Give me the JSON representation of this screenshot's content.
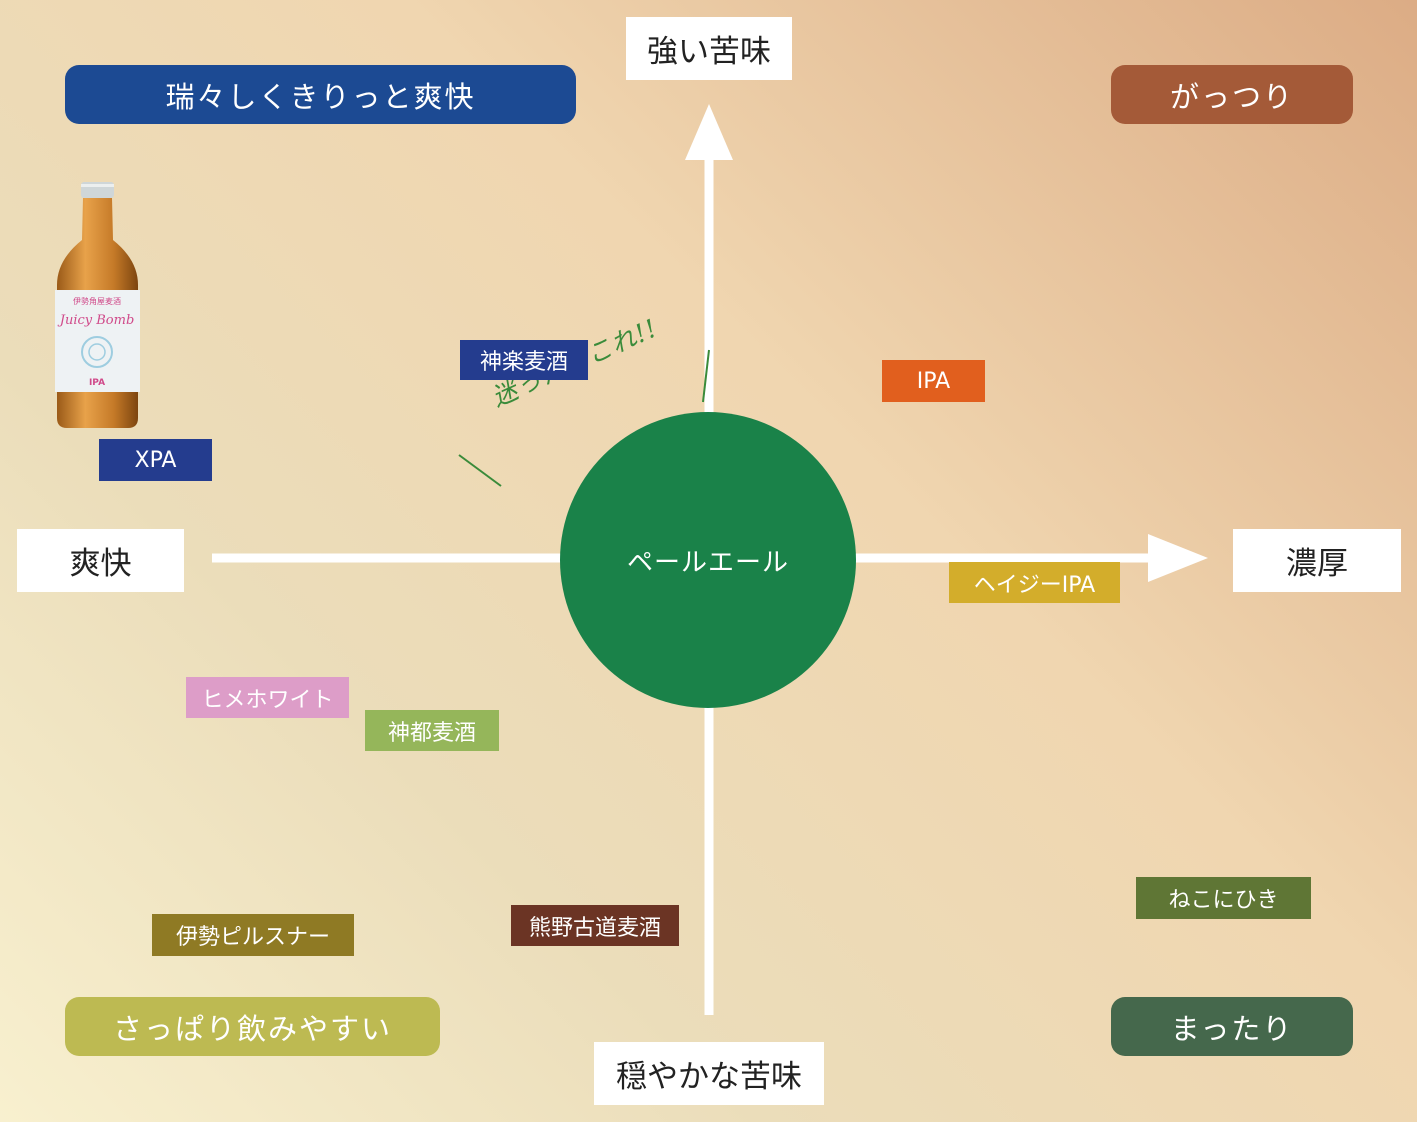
{
  "axes": {
    "top": "強い苦味",
    "bottom": "穏やかな苦味",
    "left": "爽快",
    "right": "濃厚"
  },
  "quadrants": {
    "top_left": {
      "label": "瑞々しくきりっと爽快",
      "color": "#1c4a93"
    },
    "top_right": {
      "label": "がっつり",
      "color": "#a45a38"
    },
    "bottom_left": {
      "label": "さっぱり飲みやすい",
      "color": "#bdba52"
    },
    "bottom_right": {
      "label": "まったり",
      "color": "#45684c"
    }
  },
  "center": {
    "label": "ペールエール",
    "color": "#1a8249"
  },
  "hint": "迷ったらこれ!!",
  "beers": [
    {
      "name": "神楽麦酒",
      "color": "#243c8e"
    },
    {
      "name": "XPA",
      "color": "#243c8e"
    },
    {
      "name": "IPA",
      "color": "#e15f1e"
    },
    {
      "name": "ヘイジーIPA",
      "color": "#d3ad2b"
    },
    {
      "name": "ヒメホワイト",
      "color": "#dd9dc8"
    },
    {
      "name": "神都麦酒",
      "color": "#95b65a"
    },
    {
      "name": "伊勢ピルスナー",
      "color": "#8f7a24"
    },
    {
      "name": "熊野古道麦酒",
      "color": "#6b3424"
    },
    {
      "name": "ねこにひき",
      "color": "#5f7635"
    }
  ],
  "product_image": {
    "brand": "伊勢角屋麦酒",
    "name": "Juicy Bomb",
    "style": "IPA"
  }
}
